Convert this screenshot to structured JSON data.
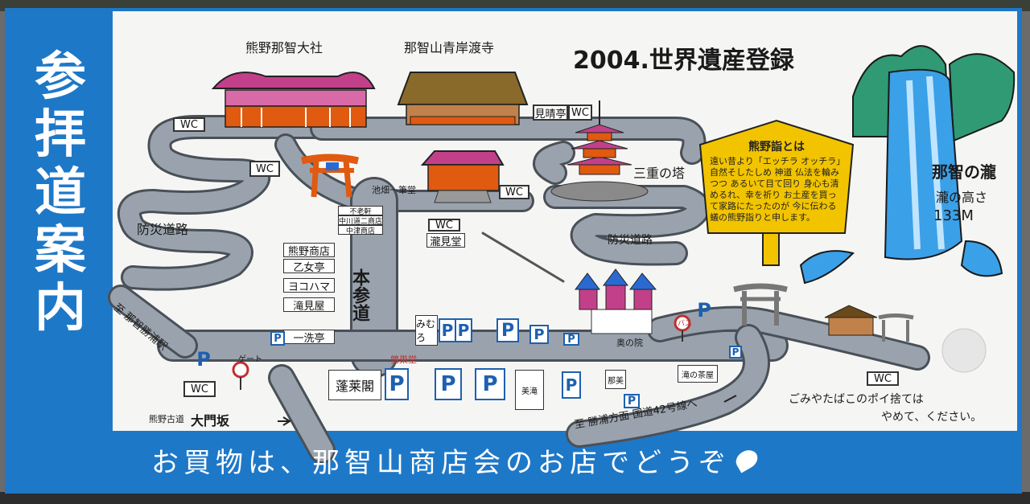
{
  "sign": {
    "vertical_title": [
      "参",
      "拝",
      "道",
      "案",
      "内"
    ],
    "heritage_banner": "2004.世界遺産登録",
    "bottom_banner": "お買物は、那智山商店会のお店でどうぞ",
    "litter_notice_line1": "ごみやたばこのポイ捨ては",
    "litter_notice_line2": "やめて、ください。"
  },
  "landmarks": {
    "taisha": "熊野那智大社",
    "seiganto_ji": "那智山青岸渡寺",
    "sanjunoto": "三重の塔",
    "falls_name": "那智の瀧",
    "falls_height_label": "瀧の高さ",
    "falls_height_value": "133M",
    "pond": "池畑一筆堂",
    "miharashi": "見晴亭",
    "honsando": "本参道",
    "daimonzaka": "大門坂",
    "kumano_kodo": "熊野古道",
    "okunoin": "奥の院",
    "gate": "ゲート",
    "bashi": "鶉巣堂",
    "bus": "バス"
  },
  "roads": {
    "bousai_left": "防災道路",
    "bousai_right": "防災道路",
    "to_katsuura": "至 勝浦方面 国道42号線へ",
    "to_left": "至 那智勝浦駅",
    "tokyu": "至"
  },
  "kumano_mode": {
    "title": "熊野詣とは",
    "body": "遠い昔より「エッチラ オッチラ」自然そしたしめ 神道 仏法を輪みつつ あるいて目て回り 身心も清めるれ、幸を祈り お土産を買って家路にたったのが 今に伝わる 蟻の熊野詣りと申します。"
  },
  "shops": [
    "熊野商店",
    "乙女亭",
    "ヨコハマ",
    "滝見屋",
    "一洗亭",
    "蓬莱閣",
    "瀧見堂",
    "不老軒",
    "中川道二商店",
    "中津商店",
    "みむろ",
    "美滝",
    "那美",
    "滝の茶屋"
  ],
  "facilities": {
    "wc": "WC",
    "parking": "P"
  },
  "colors": {
    "board_blue": "#1e78c8",
    "panel_white": "#f5f6f4",
    "road_gray": "#9aa3ad",
    "road_edge": "#4a5058",
    "sign_yellow": "#f2c400",
    "falls_blue": "#3aa0e8",
    "hill_green": "#2f9a74",
    "shrine_pink": "#c2408a",
    "torii_orange": "#e05a10"
  }
}
